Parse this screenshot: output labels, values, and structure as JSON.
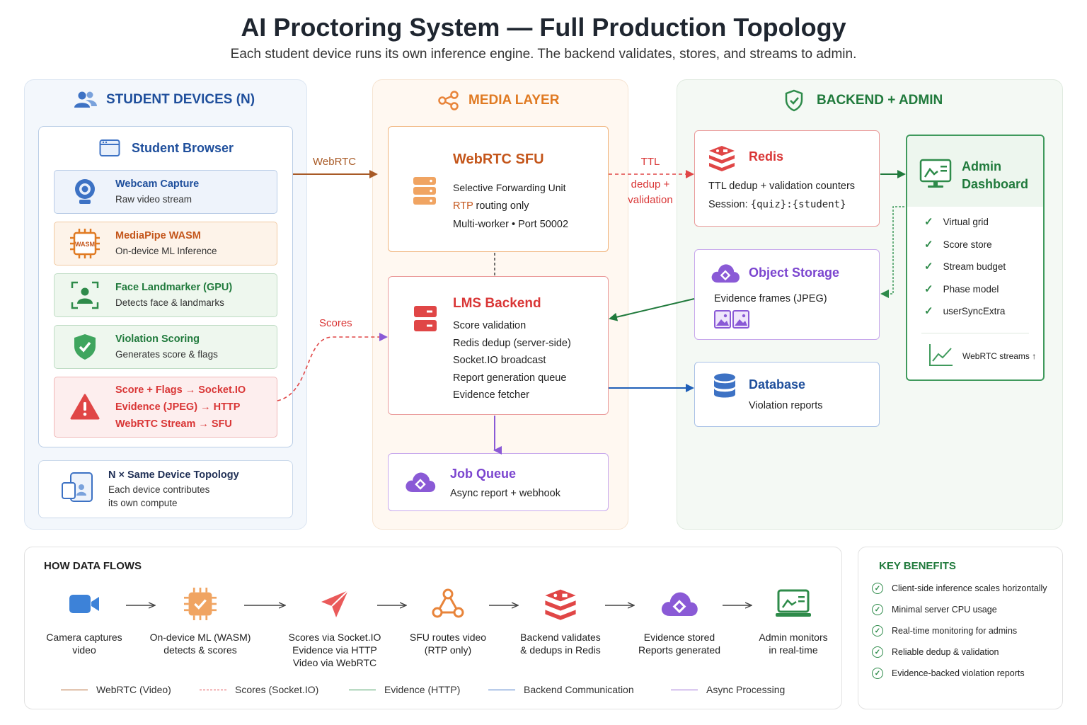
{
  "title": "AI Proctoring System — Full Production Topology",
  "subtitle": "Each student device runs its own inference engine. The backend validates, stores, and streams to admin.",
  "students": {
    "heading": "STUDENT DEVICES (N)",
    "browser": "Student Browser",
    "items": [
      {
        "title": "Webcam Capture",
        "sub": "Raw video stream",
        "icon": "webcam-icon"
      },
      {
        "title": "MediaPipe WASM",
        "sub": "On-device ML Inference",
        "icon": "chip-icon",
        "badge": "WASM"
      },
      {
        "title": "Face Landmarker (GPU)",
        "sub": "Detects face & landmarks",
        "icon": "face-scan-icon"
      },
      {
        "title": "Violation Scoring",
        "sub": "Generates score & flags",
        "icon": "shield-check-icon"
      }
    ],
    "outputs": [
      "Score + Flags → Socket.IO",
      "Evidence (JPEG) → HTTP",
      "WebRTC Stream → SFU"
    ],
    "n_title": "N × Same Device Topology",
    "n_line1": "Each device contributes",
    "n_line2": "its own compute"
  },
  "media": {
    "heading": "MEDIA LAYER",
    "sfu": {
      "title": "WebRTC SFU",
      "line1": "Selective Forwarding Unit",
      "line2a": "RTP",
      "line2b": " routing only",
      "line3": "Multi-worker • Port 50002"
    },
    "lms": {
      "title": "LMS Backend",
      "lines": [
        "Score validation",
        "Redis dedup (server-side)",
        "Socket.IO broadcast",
        "Report generation queue",
        "Evidence fetcher"
      ]
    },
    "queue": {
      "title": "Job Queue",
      "sub": "Async report + webhook"
    }
  },
  "backend": {
    "heading": "BACKEND + ADMIN",
    "redis": {
      "title": "Redis",
      "line1": "TTL dedup + validation counters",
      "line2a": "Session: ",
      "line2b": "{quiz}:{student}"
    },
    "storage": {
      "title": "Object Storage",
      "sub": "Evidence frames (JPEG)"
    },
    "database": {
      "title": "Database",
      "sub": "Violation reports"
    },
    "admin": {
      "title1": "Admin",
      "title2": "Dashboard",
      "items": [
        "Virtual grid",
        "Score store",
        "Stream budget",
        "Phase model",
        "userSyncExtra"
      ],
      "streams": "WebRTC streams ↑"
    }
  },
  "arrows": {
    "webrtc": "WebRTC",
    "scores": "Scores",
    "ttl1": "TTL",
    "ttl2": "dedup +",
    "ttl3": "validation"
  },
  "flows": {
    "heading": "HOW DATA FLOWS",
    "steps": [
      {
        "l1": "Camera captures",
        "l2": "video",
        "l3": ""
      },
      {
        "l1": "On-device ML (WASM)",
        "l2": "detects & scores",
        "l3": ""
      },
      {
        "l1": "Scores via Socket.IO",
        "l2": "Evidence via HTTP",
        "l3": "Video via WebRTC"
      },
      {
        "l1": "SFU routes video",
        "l2": "(RTP only)",
        "l3": ""
      },
      {
        "l1": "Backend validates",
        "l2": "& dedups in Redis",
        "l3": ""
      },
      {
        "l1": "Evidence stored",
        "l2": "Reports generated",
        "l3": ""
      },
      {
        "l1": "Admin monitors",
        "l2": "in real-time",
        "l3": ""
      }
    ],
    "legend": [
      {
        "label": "WebRTC (Video)",
        "color": "#b0602a"
      },
      {
        "label": "Scores (Socket.IO)",
        "color": "#e0474c"
      },
      {
        "label": "Evidence (HTTP)",
        "color": "#3f9a5c"
      },
      {
        "label": "Backend Communication",
        "color": "#3d72c4"
      },
      {
        "label": "Async Processing",
        "color": "#9a6bd6"
      }
    ]
  },
  "benefits": {
    "heading": "KEY BENEFITS",
    "items": [
      "Client-side inference scales horizontally",
      "Minimal server CPU usage",
      "Real-time monitoring for admins",
      "Reliable dedup & validation",
      "Evidence-backed violation reports"
    ]
  },
  "colors": {
    "blue": "#1f4f9c",
    "orange": "#e07a22",
    "green": "#207a3c",
    "red": "#d93636",
    "purple": "#7b45cf"
  }
}
